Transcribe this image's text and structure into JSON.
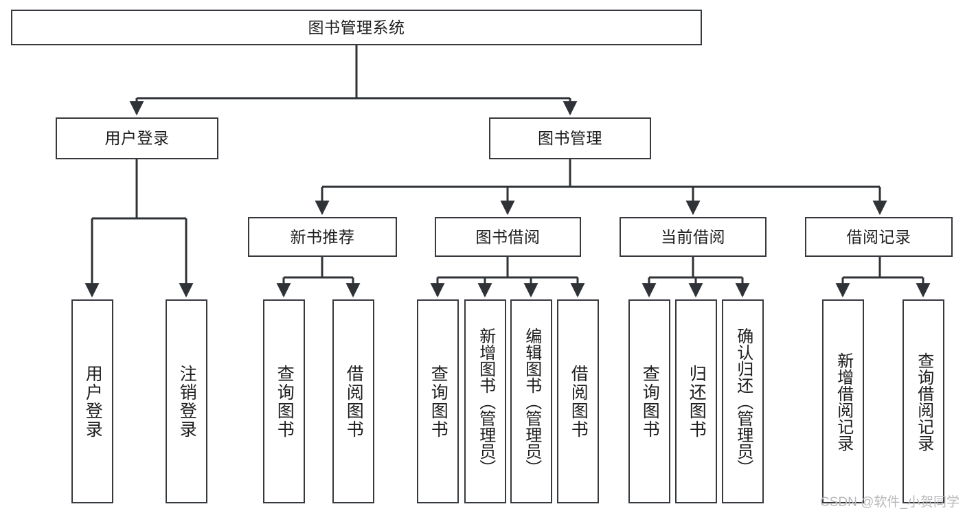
{
  "diagram": {
    "type": "hierarchy-tree",
    "title_node": {
      "label": "图书管理系统"
    },
    "level2": [
      {
        "label": "用户登录"
      },
      {
        "label": "图书管理"
      }
    ],
    "level3": [
      {
        "label": "新书推荐"
      },
      {
        "label": "图书借阅"
      },
      {
        "label": "当前借阅"
      },
      {
        "label": "借阅记录"
      }
    ],
    "leaves": {
      "user_login": [
        {
          "label": "用户登录"
        },
        {
          "label": "注销登录"
        }
      ],
      "new_book_recommend": [
        {
          "label": "查询图书"
        },
        {
          "label": "借阅图书"
        }
      ],
      "book_borrow": [
        {
          "label": "查询图书"
        },
        {
          "label": "新增图书（管理员）"
        },
        {
          "label": "编辑图书（管理员）"
        },
        {
          "label": "借阅图书"
        }
      ],
      "current_borrow": [
        {
          "label": "查询图书"
        },
        {
          "label": "归还图书"
        },
        {
          "label": "确认归还（管理员）"
        }
      ],
      "borrow_records": [
        {
          "label": "新增借阅记录"
        },
        {
          "label": "查询借阅记录"
        }
      ]
    }
  },
  "watermark": {
    "text": "CSDN @软件_小贺同学"
  },
  "colors": {
    "border": "#36393d",
    "connector": "#2f3236",
    "background": "#ffffff",
    "text": "#1d1d1f",
    "watermark": "#b9b9b9"
  }
}
